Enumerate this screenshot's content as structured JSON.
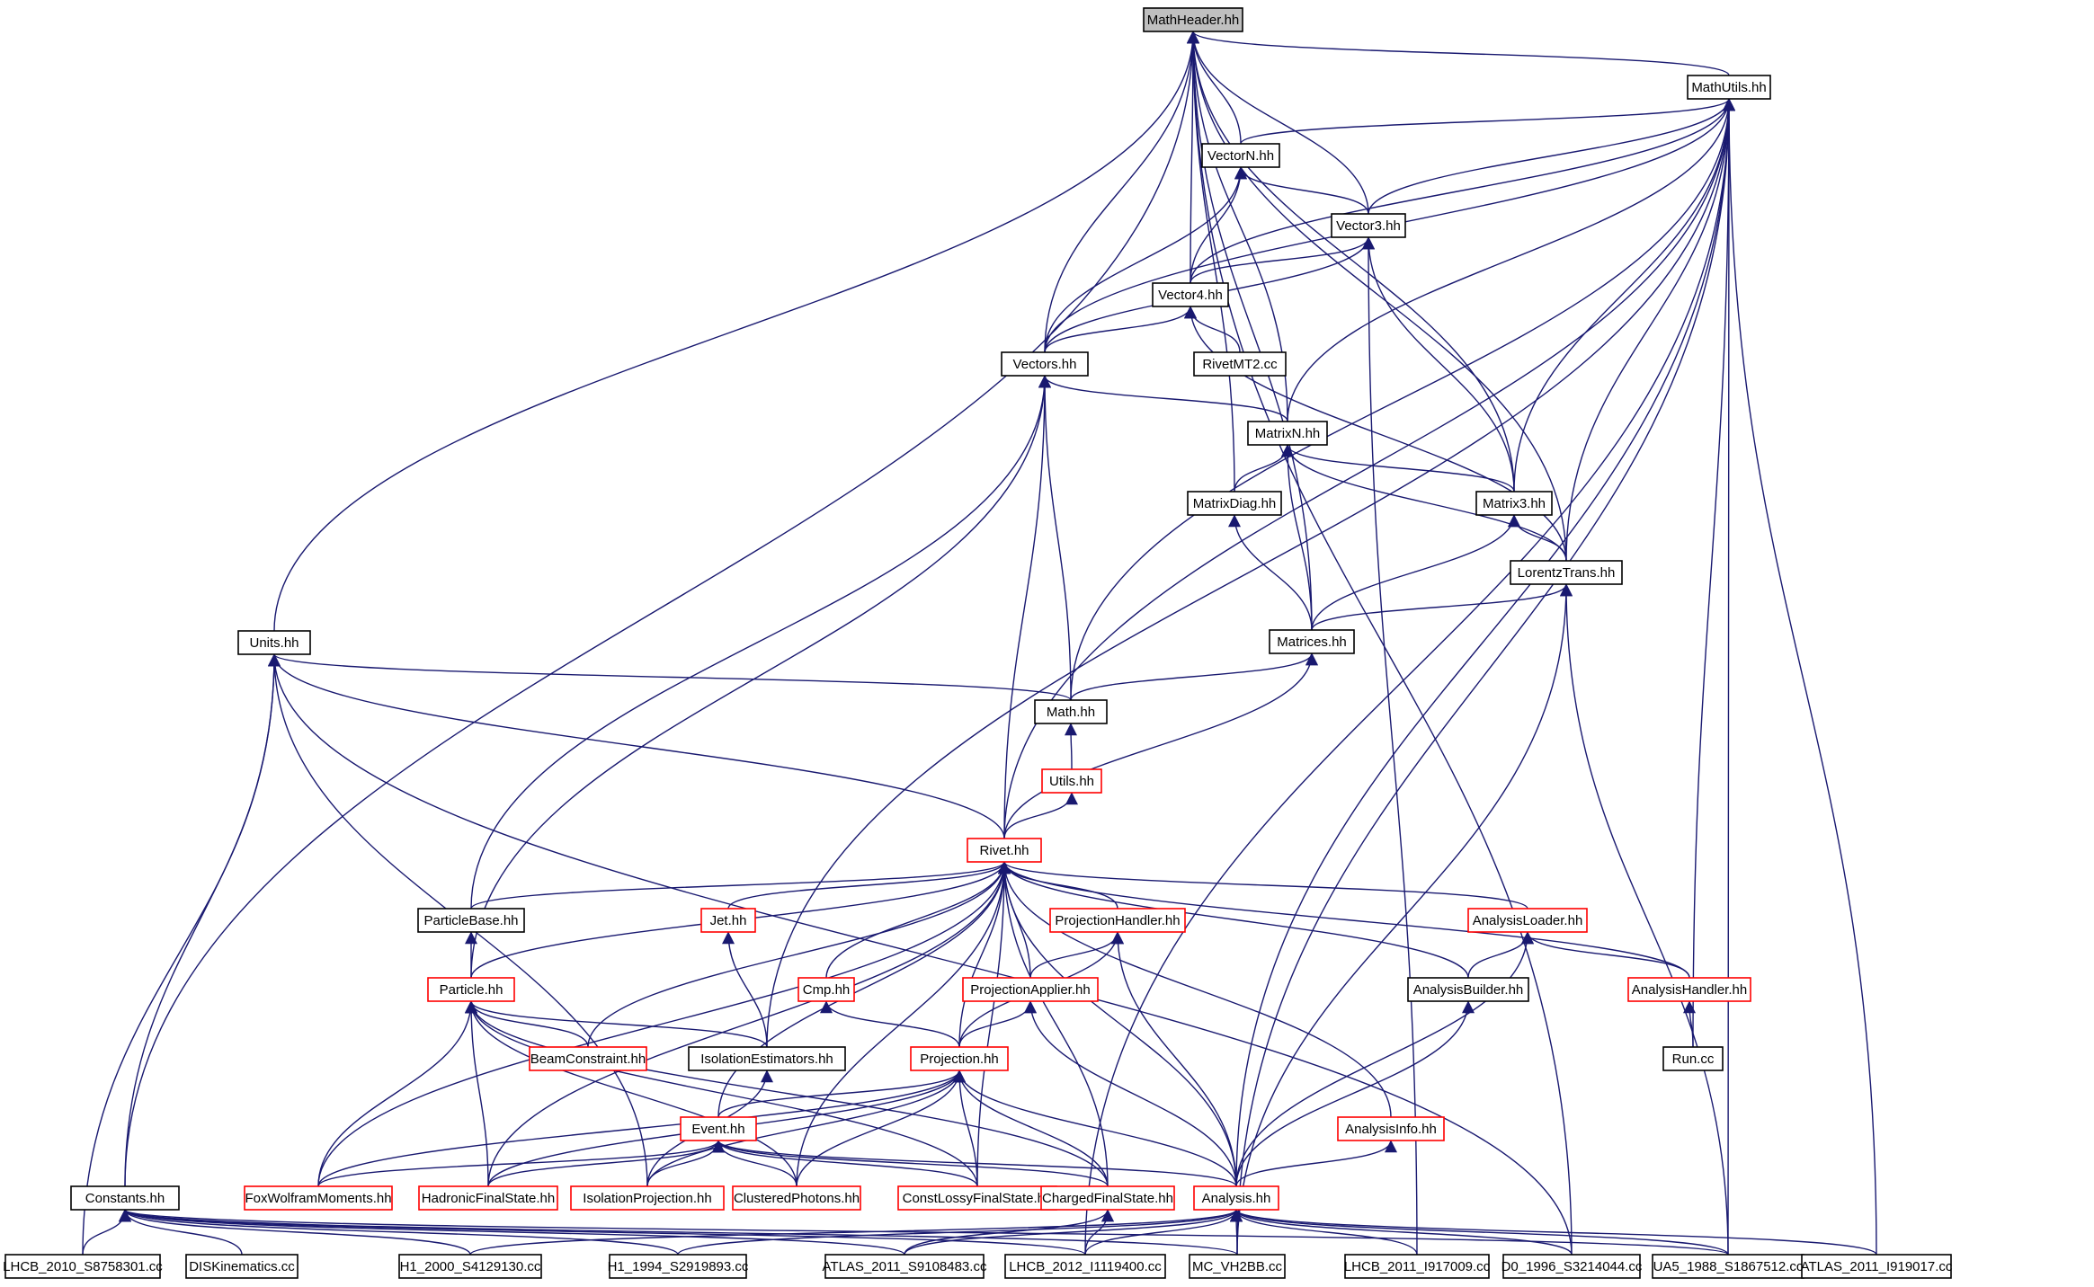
{
  "colors": {
    "edge": "#191970",
    "normal_border": "#000000",
    "truncated_border": "#ff0000",
    "root_fill": "#bfbfbf",
    "node_fill": "#ffffff",
    "text": "#000000"
  },
  "nodes": [
    {
      "id": "mathheader",
      "label": "MathHeader.hh",
      "style": "root"
    },
    {
      "id": "mathutils",
      "label": "MathUtils.hh",
      "style": "normal"
    },
    {
      "id": "vectorn",
      "label": "VectorN.hh",
      "style": "normal"
    },
    {
      "id": "vector3",
      "label": "Vector3.hh",
      "style": "normal"
    },
    {
      "id": "vector4",
      "label": "Vector4.hh",
      "style": "normal"
    },
    {
      "id": "vectors",
      "label": "Vectors.hh",
      "style": "normal"
    },
    {
      "id": "rivetmt2",
      "label": "RivetMT2.cc",
      "style": "normal"
    },
    {
      "id": "matrixn",
      "label": "MatrixN.hh",
      "style": "normal"
    },
    {
      "id": "matrixdiag",
      "label": "MatrixDiag.hh",
      "style": "normal"
    },
    {
      "id": "matrix3",
      "label": "Matrix3.hh",
      "style": "normal"
    },
    {
      "id": "lorentztrans",
      "label": "LorentzTrans.hh",
      "style": "normal"
    },
    {
      "id": "matrices",
      "label": "Matrices.hh",
      "style": "normal"
    },
    {
      "id": "units",
      "label": "Units.hh",
      "style": "normal"
    },
    {
      "id": "math",
      "label": "Math.hh",
      "style": "normal"
    },
    {
      "id": "utils",
      "label": "Utils.hh",
      "style": "truncated"
    },
    {
      "id": "rivet",
      "label": "Rivet.hh",
      "style": "truncated"
    },
    {
      "id": "particlebase",
      "label": "ParticleBase.hh",
      "style": "normal"
    },
    {
      "id": "jet",
      "label": "Jet.hh",
      "style": "truncated"
    },
    {
      "id": "projectionhandler",
      "label": "ProjectionHandler.hh",
      "style": "truncated"
    },
    {
      "id": "analysisloader",
      "label": "AnalysisLoader.hh",
      "style": "truncated"
    },
    {
      "id": "particle",
      "label": "Particle.hh",
      "style": "truncated"
    },
    {
      "id": "cmp",
      "label": "Cmp.hh",
      "style": "truncated"
    },
    {
      "id": "projectionapplier",
      "label": "ProjectionApplier.hh",
      "style": "truncated"
    },
    {
      "id": "analysisbuilder",
      "label": "AnalysisBuilder.hh",
      "style": "normal"
    },
    {
      "id": "analysishandler",
      "label": "AnalysisHandler.hh",
      "style": "truncated"
    },
    {
      "id": "beamconstraint",
      "label": "BeamConstraint.hh",
      "style": "truncated"
    },
    {
      "id": "isolationestimators",
      "label": "IsolationEstimators.hh",
      "style": "normal"
    },
    {
      "id": "projection",
      "label": "Projection.hh",
      "style": "truncated"
    },
    {
      "id": "run",
      "label": "Run.cc",
      "style": "normal"
    },
    {
      "id": "analysisinfo",
      "label": "AnalysisInfo.hh",
      "style": "truncated"
    },
    {
      "id": "event",
      "label": "Event.hh",
      "style": "truncated"
    },
    {
      "id": "constants",
      "label": "Constants.hh",
      "style": "normal"
    },
    {
      "id": "foxwolfram",
      "label": "FoxWolframMoments.hh",
      "style": "truncated"
    },
    {
      "id": "hadronicfs",
      "label": "HadronicFinalState.hh",
      "style": "truncated"
    },
    {
      "id": "isolationprojection",
      "label": "IsolationProjection.hh",
      "style": "truncated"
    },
    {
      "id": "clusteredphotons",
      "label": "ClusteredPhotons.hh",
      "style": "truncated"
    },
    {
      "id": "constlossyfs",
      "label": "ConstLossyFinalState.hh",
      "style": "truncated"
    },
    {
      "id": "chargedfs",
      "label": "ChargedFinalState.hh",
      "style": "truncated"
    },
    {
      "id": "analysis",
      "label": "Analysis.hh",
      "style": "truncated"
    },
    {
      "id": "lhcb2010",
      "label": "LHCB_2010_S8758301.cc",
      "style": "normal"
    },
    {
      "id": "diskinematics",
      "label": "DISKinematics.cc",
      "style": "normal"
    },
    {
      "id": "h12000",
      "label": "H1_2000_S4129130.cc",
      "style": "normal"
    },
    {
      "id": "h11994",
      "label": "H1_1994_S2919893.cc",
      "style": "normal"
    },
    {
      "id": "atlas2011s",
      "label": "ATLAS_2011_S9108483.cc",
      "style": "normal"
    },
    {
      "id": "lhcb2012",
      "label": "LHCB_2012_I1119400.cc",
      "style": "normal"
    },
    {
      "id": "mcvh2bb",
      "label": "MC_VH2BB.cc",
      "style": "normal"
    },
    {
      "id": "lhcb2011",
      "label": "LHCB_2011_I917009.cc",
      "style": "normal"
    },
    {
      "id": "d01996",
      "label": "D0_1996_S3214044.cc",
      "style": "normal"
    },
    {
      "id": "ua51988",
      "label": "UA5_1988_S1867512.cc",
      "style": "normal"
    },
    {
      "id": "atlas2011i",
      "label": "ATLAS_2011_I919017.cc",
      "style": "normal"
    }
  ],
  "edges": [
    [
      "mathutils",
      "mathheader"
    ],
    [
      "vectorn",
      "mathheader"
    ],
    [
      "vector3",
      "mathheader"
    ],
    [
      "vector4",
      "mathheader"
    ],
    [
      "vectors",
      "mathheader"
    ],
    [
      "matrixn",
      "mathheader"
    ],
    [
      "matrixdiag",
      "mathheader"
    ],
    [
      "matrix3",
      "mathheader"
    ],
    [
      "lorentztrans",
      "mathheader"
    ],
    [
      "matrices",
      "mathheader"
    ],
    [
      "units",
      "mathheader"
    ],
    [
      "constants",
      "mathheader"
    ],
    [
      "d01996",
      "mathheader"
    ],
    [
      "vectorn",
      "mathutils"
    ],
    [
      "vector3",
      "mathutils"
    ],
    [
      "vector4",
      "mathutils"
    ],
    [
      "vectors",
      "mathutils"
    ],
    [
      "matrixn",
      "mathutils"
    ],
    [
      "matrix3",
      "mathutils"
    ],
    [
      "lorentztrans",
      "mathutils"
    ],
    [
      "math",
      "mathutils"
    ],
    [
      "rivet",
      "mathutils"
    ],
    [
      "isolationestimators",
      "mathutils"
    ],
    [
      "run",
      "mathutils"
    ],
    [
      "analysis",
      "mathutils"
    ],
    [
      "lhcb2012",
      "mathutils"
    ],
    [
      "mcvh2bb",
      "mathutils"
    ],
    [
      "ua51988",
      "mathutils"
    ],
    [
      "atlas2011i",
      "mathutils"
    ],
    [
      "vector3",
      "vectorn"
    ],
    [
      "vector4",
      "vectorn"
    ],
    [
      "vectors",
      "vectorn"
    ],
    [
      "vector4",
      "vector3"
    ],
    [
      "vectors",
      "vector3"
    ],
    [
      "matrix3",
      "vector3"
    ],
    [
      "lhcb2011",
      "vector3"
    ],
    [
      "vectors",
      "vector4"
    ],
    [
      "rivetmt2",
      "vector4"
    ],
    [
      "lorentztrans",
      "vector4"
    ],
    [
      "matrixn",
      "vectors"
    ],
    [
      "particle",
      "vectors"
    ],
    [
      "particlebase",
      "vectors"
    ],
    [
      "math",
      "vectors"
    ],
    [
      "rivet",
      "vectors"
    ],
    [
      "matrixdiag",
      "matrixn"
    ],
    [
      "matrix3",
      "matrixn"
    ],
    [
      "matrices",
      "matrixn"
    ],
    [
      "lorentztrans",
      "matrixn"
    ],
    [
      "matrices",
      "matrixdiag"
    ],
    [
      "lorentztrans",
      "matrix3"
    ],
    [
      "matrices",
      "matrix3"
    ],
    [
      "matrices",
      "lorentztrans"
    ],
    [
      "mcvh2bb",
      "lorentztrans"
    ],
    [
      "ua51988",
      "lorentztrans"
    ],
    [
      "math",
      "matrices"
    ],
    [
      "rivet",
      "matrices"
    ],
    [
      "math",
      "units"
    ],
    [
      "rivet",
      "units"
    ],
    [
      "constants",
      "units"
    ],
    [
      "isolationprojection",
      "units"
    ],
    [
      "lhcb2010",
      "units"
    ],
    [
      "d01996",
      "units"
    ],
    [
      "utils",
      "math"
    ],
    [
      "rivet",
      "utils"
    ],
    [
      "particlebase",
      "rivet"
    ],
    [
      "particle",
      "rivet"
    ],
    [
      "jet",
      "rivet"
    ],
    [
      "projectionhandler",
      "rivet"
    ],
    [
      "analysisloader",
      "rivet"
    ],
    [
      "cmp",
      "rivet"
    ],
    [
      "projectionapplier",
      "rivet"
    ],
    [
      "analysisbuilder",
      "rivet"
    ],
    [
      "analysishandler",
      "rivet"
    ],
    [
      "beamconstraint",
      "rivet"
    ],
    [
      "projection",
      "rivet"
    ],
    [
      "analysisinfo",
      "rivet"
    ],
    [
      "event",
      "rivet"
    ],
    [
      "foxwolfram",
      "rivet"
    ],
    [
      "hadronicfs",
      "rivet"
    ],
    [
      "clusteredphotons",
      "rivet"
    ],
    [
      "constlossyfs",
      "rivet"
    ],
    [
      "chargedfs",
      "rivet"
    ],
    [
      "analysis",
      "rivet"
    ],
    [
      "particle",
      "particlebase"
    ],
    [
      "isolationestimators",
      "jet"
    ],
    [
      "projectionapplier",
      "projectionhandler"
    ],
    [
      "projection",
      "projectionhandler"
    ],
    [
      "analysis",
      "projectionhandler"
    ],
    [
      "analysisbuilder",
      "analysisloader"
    ],
    [
      "analysishandler",
      "analysisloader"
    ],
    [
      "analysis",
      "analysisloader"
    ],
    [
      "beamconstraint",
      "particle"
    ],
    [
      "isolationestimators",
      "particle"
    ],
    [
      "foxwolfram",
      "particle"
    ],
    [
      "hadronicfs",
      "particle"
    ],
    [
      "clusteredphotons",
      "particle"
    ],
    [
      "constlossyfs",
      "particle"
    ],
    [
      "chargedfs",
      "particle"
    ],
    [
      "projection",
      "cmp"
    ],
    [
      "projection",
      "projectionapplier"
    ],
    [
      "analysis",
      "projectionapplier"
    ],
    [
      "analysis",
      "analysisbuilder"
    ],
    [
      "run",
      "analysishandler"
    ],
    [
      "isolationprojection",
      "isolationestimators"
    ],
    [
      "event",
      "projection"
    ],
    [
      "foxwolfram",
      "projection"
    ],
    [
      "hadronicfs",
      "projection"
    ],
    [
      "isolationprojection",
      "projection"
    ],
    [
      "clusteredphotons",
      "projection"
    ],
    [
      "constlossyfs",
      "projection"
    ],
    [
      "chargedfs",
      "projection"
    ],
    [
      "analysis",
      "projection"
    ],
    [
      "analysis",
      "analysisinfo"
    ],
    [
      "foxwolfram",
      "event"
    ],
    [
      "hadronicfs",
      "event"
    ],
    [
      "isolationprojection",
      "event"
    ],
    [
      "clusteredphotons",
      "event"
    ],
    [
      "constlossyfs",
      "event"
    ],
    [
      "chargedfs",
      "event"
    ],
    [
      "analysis",
      "event"
    ],
    [
      "lhcb2010",
      "constants"
    ],
    [
      "diskinematics",
      "constants"
    ],
    [
      "h12000",
      "constants"
    ],
    [
      "h11994",
      "constants"
    ],
    [
      "atlas2011s",
      "constants"
    ],
    [
      "lhcb2012",
      "constants"
    ],
    [
      "mcvh2bb",
      "constants"
    ],
    [
      "ua51988",
      "constants"
    ],
    [
      "atlas2011s",
      "chargedfs"
    ],
    [
      "lhcb2012",
      "chargedfs"
    ],
    [
      "h12000",
      "analysis"
    ],
    [
      "h11994",
      "analysis"
    ],
    [
      "atlas2011s",
      "analysis"
    ],
    [
      "lhcb2012",
      "analysis"
    ],
    [
      "mcvh2bb",
      "analysis"
    ],
    [
      "lhcb2011",
      "analysis"
    ],
    [
      "d01996",
      "analysis"
    ],
    [
      "ua51988",
      "analysis"
    ],
    [
      "atlas2011i",
      "analysis"
    ]
  ]
}
